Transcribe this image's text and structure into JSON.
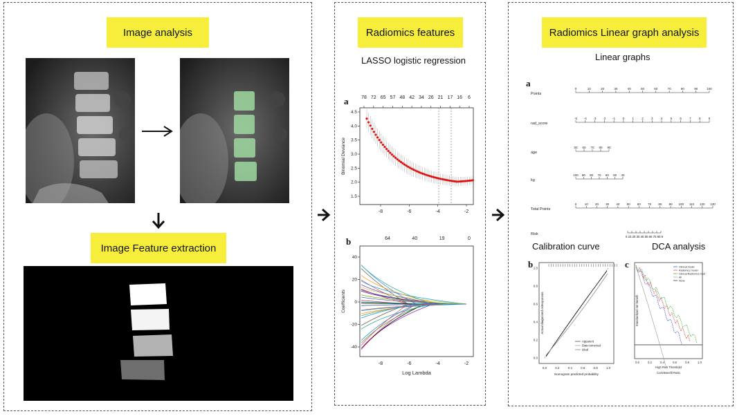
{
  "panel1": {
    "title": "Image analysis",
    "subtitle": "Image Feature extraction"
  },
  "panel2": {
    "title": "Radiomics features",
    "subtitle": "LASSO logistic regression",
    "chart_a": {
      "letter": "a",
      "top_ticks": [
        "78",
        "72",
        "65",
        "57",
        "48",
        "42",
        "34",
        "26",
        "21",
        "17",
        "16",
        "6"
      ],
      "ylabel": "Binomial Deviance",
      "y_ticks": [
        "1.5",
        "2.0",
        "2.5",
        "3.0",
        "3.5",
        "4.0",
        "4.5"
      ],
      "x_ticks": [
        "-8",
        "-6",
        "-4",
        "-2"
      ]
    },
    "chart_b": {
      "letter": "b",
      "top_ticks": [
        "64",
        "40",
        "19",
        "0"
      ],
      "ylabel": "Coefficients",
      "y_ticks": [
        "-40",
        "-20",
        "0",
        "20",
        "40"
      ],
      "x_ticks": [
        "-8",
        "-6",
        "-4",
        "-2"
      ],
      "xlabel": "Log Lambda"
    }
  },
  "panel3": {
    "title": "Radiomics Linear graph analysis",
    "subtitle": "Linear graphs",
    "nomogram": {
      "letter": "a",
      "rows": [
        {
          "label": "Points",
          "ticks": [
            "0",
            "10",
            "20",
            "30",
            "40",
            "50",
            "60",
            "70",
            "80",
            "90",
            "100"
          ]
        },
        {
          "label": "rad_score",
          "ticks": [
            "-5",
            "-4",
            "-3",
            "-2",
            "-1",
            "0",
            "1",
            "2",
            "3",
            "4",
            "5",
            "6",
            "7",
            "8",
            "9"
          ]
        },
        {
          "label": "age",
          "ticks": [
            "50",
            "60",
            "70",
            "80",
            "90"
          ]
        },
        {
          "label": "kg",
          "ticks": [
            "100",
            "90",
            "80",
            "70",
            "60",
            "50",
            "40"
          ]
        },
        {
          "label": "Total Points",
          "ticks": [
            "0",
            "10",
            "20",
            "30",
            "40",
            "50",
            "60",
            "70",
            "80",
            "90",
            "100",
            "110",
            "120",
            "130"
          ]
        },
        {
          "label": "Risk",
          "ticks": [
            "0.1",
            "0.2",
            "0.3",
            "0.4",
            "0.5",
            "0.6",
            "0.7",
            "0.8",
            "0.9"
          ]
        }
      ]
    },
    "calibration": {
      "title": "Calibration curve",
      "letter": "b",
      "ylabel": "Actual diagnosed osteoporosis",
      "xlabel": "Nomogram predicted probability",
      "x_ticks": [
        "0.0",
        "0.2",
        "0.4",
        "0.6",
        "0.8",
        "1.0"
      ],
      "y_ticks": [
        "0.0",
        "0.2",
        "0.4",
        "0.6",
        "0.8",
        "1.0"
      ],
      "legend": [
        "Apparent",
        "Bias-corrected",
        "Ideal"
      ]
    },
    "dca": {
      "title": "DCA analysis",
      "letter": "c",
      "ylabel": "Standardized net benefit",
      "xlabel": "High Risk Threshold",
      "xlabel2": "Cost:Benefit Ratio",
      "x_ticks": [
        "0.0",
        "0.2",
        "0.4",
        "0.6",
        "0.8",
        "1.0"
      ],
      "legend": [
        "Clinical model",
        "Radiomics model",
        "Clinical-Radiomics model",
        "All",
        "None"
      ],
      "colors": {
        "clinical": "#3a3ad8",
        "radiomics": "#d83a3a",
        "combined": "#2fae2f"
      }
    }
  }
}
